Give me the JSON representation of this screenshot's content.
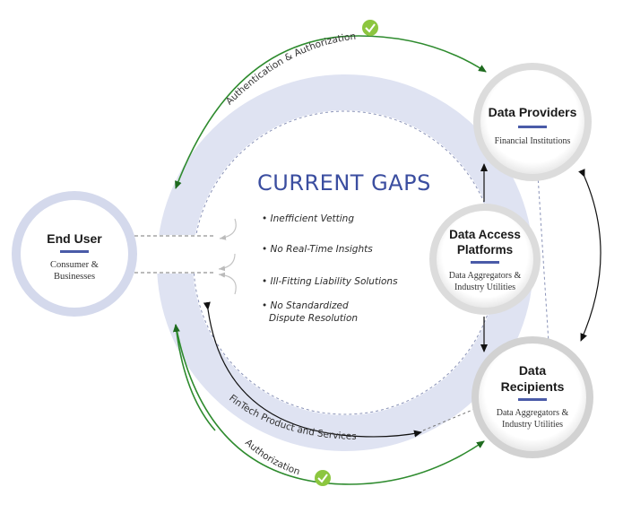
{
  "title": "CURRENT GAPS",
  "gaps": [
    "• Inefficient Vetting",
    "• No Real-Time Insights",
    "• Ill-Fitting Liability Solutions",
    "• No Standardized",
    "Dispute Resolution"
  ],
  "nodes": {
    "end_user": {
      "title": "End User",
      "sub1": "Consumer &",
      "sub2": "Businesses"
    },
    "data_providers": {
      "title": "Data Providers",
      "sub1": "Financial Institutions"
    },
    "data_access": {
      "title1": "Data Access",
      "title2": "Platforms",
      "sub1": "Data Aggregators &",
      "sub2": "Industry Utilities"
    },
    "data_recipients": {
      "title1": "Data",
      "title2": "Recipients",
      "sub1": "Data Aggregators &",
      "sub2": "Industry Utilities"
    }
  },
  "flows": {
    "top": "Authentication & Authorization",
    "inner_bottom": "FinTech Product and Services",
    "bottom": "Authorization"
  },
  "colors": {
    "ring": "#dfe3f2",
    "accent": "#4a5ba8",
    "green": "#2e8b2e",
    "check": "#8cc63f"
  }
}
